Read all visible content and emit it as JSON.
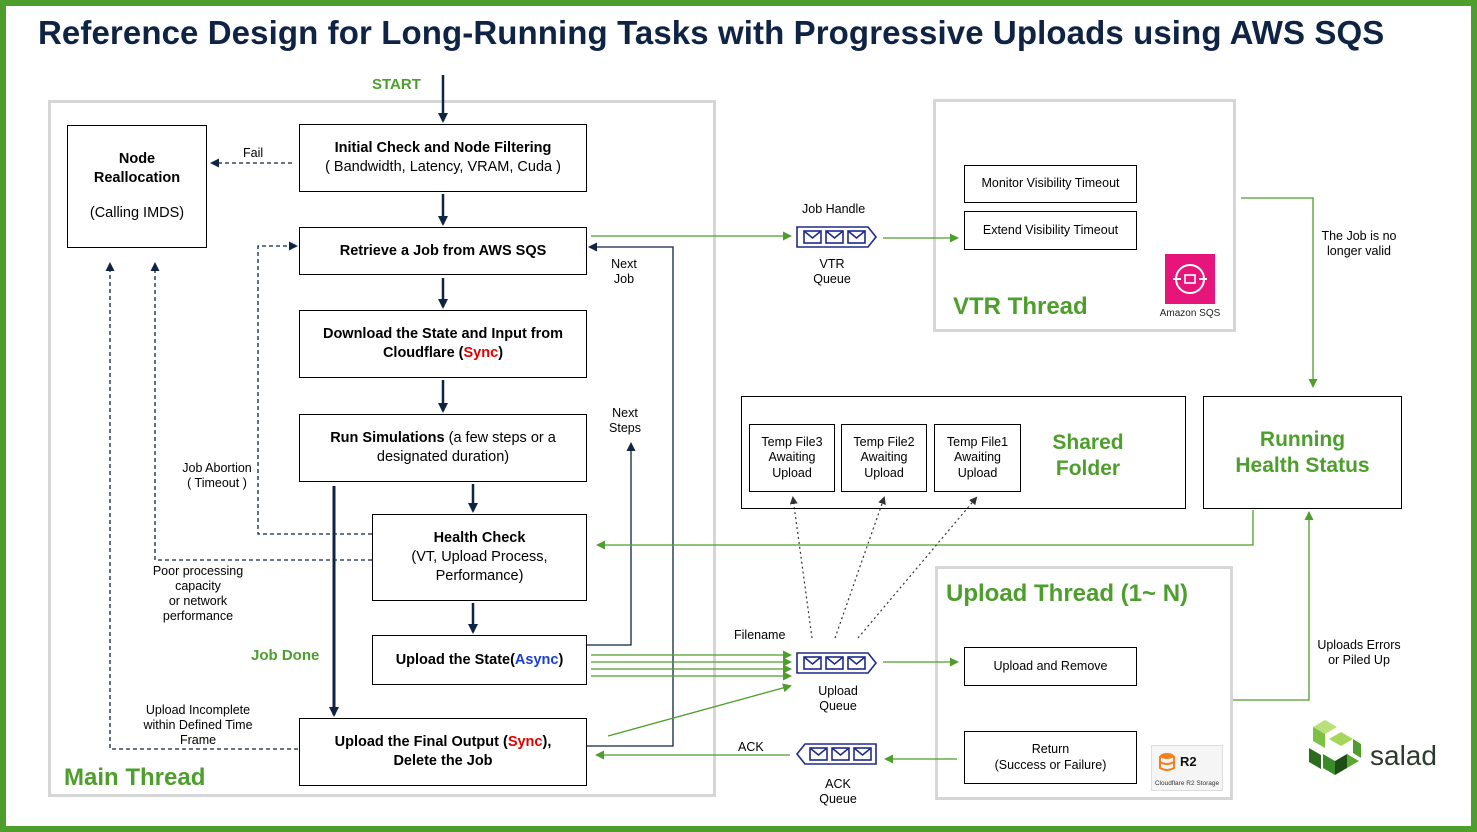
{
  "title": "Reference Design for Long-Running Tasks with Progressive Uploads using AWS SQS",
  "colors": {
    "accent_green": "#4d9e2c",
    "title_navy": "#0f2344",
    "sync_red": "#e00000",
    "async_blue": "#1a3fd6",
    "sqs_pink": "#e7157b"
  },
  "start_label": "START",
  "main_thread": {
    "label": "Main Thread",
    "node_reallocation": {
      "title_line1": "Node",
      "title_line2": "Reallocation",
      "subtitle": "(Calling IMDS)"
    },
    "initial_check": {
      "title": "Initial Check and Node Filtering",
      "subtitle": "( Bandwidth, Latency, VRAM, Cuda )"
    },
    "retrieve_job": {
      "title": "Retrieve a Job from AWS SQS"
    },
    "download_state": {
      "title_before": "Download the State and Input from Cloudflare (",
      "sync": "Sync",
      "title_after": ")"
    },
    "run_simulations": {
      "title": "Run Simulations",
      "rest": " (a few steps or a designated duration)"
    },
    "health_check": {
      "title": "Health Check",
      "subtitle": "(VT, Upload Process, Performance)"
    },
    "upload_state": {
      "title_before": "Upload the State(",
      "async": "Async",
      "title_after": ")"
    },
    "upload_final": {
      "title_before": "Upload the Final Output (",
      "sync": "Sync",
      "title_after": "),",
      "line2": "Delete the Job"
    },
    "labels": {
      "fail": "Fail",
      "next_job_1": "Next",
      "next_job_2": "Job",
      "next_steps_1": "Next",
      "next_steps_2": "Steps",
      "job_abortion_1": "Job Abortion",
      "job_abortion_2": "( Timeout )",
      "poor_1": "Poor processing",
      "poor_2": "capacity",
      "poor_3": "or network",
      "poor_4": "performance",
      "job_done": "Job Done",
      "upload_incomplete_1": "Upload Incomplete",
      "upload_incomplete_2": "within Defined Time",
      "upload_incomplete_3": "Frame"
    }
  },
  "queues": {
    "vtr": {
      "top_label": "Job Handle",
      "name_1": "VTR",
      "name_2": "Queue"
    },
    "upload": {
      "top_label": "Filename",
      "name_1": "Upload",
      "name_2": "Queue"
    },
    "ack": {
      "top_label": "ACK",
      "name_1": "ACK",
      "name_2": "Queue"
    }
  },
  "vtr_thread": {
    "label": "VTR Thread",
    "monitor": "Monitor Visibility Timeout",
    "extend": "Extend Visibility Timeout",
    "sqs_logo": "Amazon SQS"
  },
  "shared_folder": {
    "label_1": "Shared",
    "label_2": "Folder",
    "files": [
      {
        "l1": "Temp File3",
        "l2": "Awaiting",
        "l3": "Upload"
      },
      {
        "l1": "Temp File2",
        "l2": "Awaiting",
        "l3": "Upload"
      },
      {
        "l1": "Temp File1",
        "l2": "Awaiting",
        "l3": "Upload"
      }
    ]
  },
  "health_status": {
    "line1": "Running",
    "line2": "Health Status",
    "note_1": "The Job is no",
    "note_2": "longer valid",
    "errors_1": "Uploads Errors",
    "errors_2": "or Piled Up"
  },
  "upload_thread": {
    "label": "Upload Thread (1~ N)",
    "upload_remove": "Upload and Remove",
    "return_1": "Return",
    "return_2": "(Success or Failure)",
    "r2_logo": "R2",
    "r2_sub": "Cloudflare R2 Storage"
  },
  "brand": {
    "name": "salad"
  }
}
